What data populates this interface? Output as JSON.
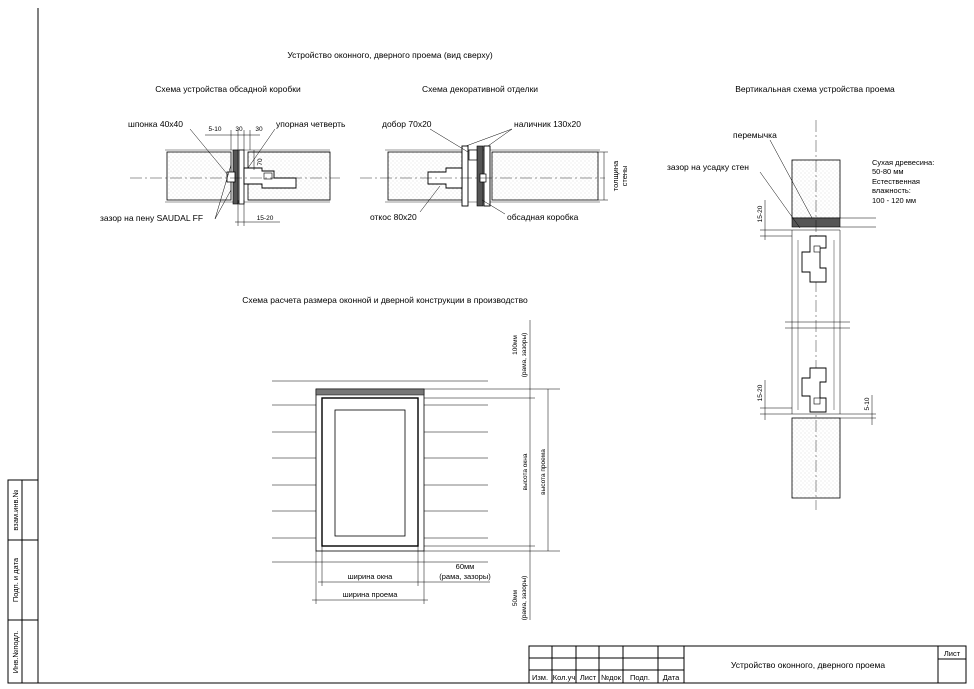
{
  "main_title": "Устройство оконного, дверного проема (вид сверху)",
  "scheme1": {
    "title": "Схема устройства обсадной коробки",
    "dowel": "шпонка 40x40",
    "stop": "упорная четверть",
    "foam_gap": "зазор на пену SAUDAL FF",
    "dim_5_10": "5-10",
    "dim_30a": "30",
    "dim_30b": "30",
    "dim_70": "70",
    "dim_15_20": "15-20"
  },
  "scheme2": {
    "title": "Схема декоративной отделки",
    "extension": "добор 70x20",
    "casing": "наличник 130x20",
    "reveal": "откос 80x20",
    "box": "обсадная коробка",
    "wall_thickness_1": "толщина",
    "wall_thickness_2": "стены"
  },
  "scheme3": {
    "title": "Вертикальная схема устройства проема",
    "lintel": "перемычка",
    "settle_gap": "зазор на усадку стен",
    "wood_1": "Сухая древесина:",
    "wood_2": "50-80 мм",
    "wood_3": "Естественная",
    "wood_4": "влажность:",
    "wood_5": "100 - 120 мм",
    "dim_top": "15-20",
    "dim_bottom": "15-20",
    "dim_5_10": "5-10"
  },
  "scheme4": {
    "title": "Схема расчета размера оконной и дверной конструкции в производство",
    "top_gap_1": "100мм",
    "top_gap_2": "(рама, зазоры)",
    "window_height": "высота окна",
    "opening_height": "высота проема",
    "window_width": "ширина окна",
    "opening_width": "ширина проема",
    "side_gap_1": "60мм",
    "side_gap_2": "(рама, зазоры)",
    "bottom_gap_1": "50мм",
    "bottom_gap_2": "(рама, зазоры)"
  },
  "side_stamp": {
    "inv_no": "Инв.№подл.",
    "sign_date": "Подп. и дата",
    "replace_inv": "взам.инв.№"
  },
  "title_block": {
    "izm": "Изм.",
    "kol_uch": "Кол.уч",
    "list": "Лист",
    "doc_no": "№док",
    "podp": "Подп.",
    "data": "Дата",
    "name": "Устройство оконного, дверного проема",
    "sheet_label": "Лист"
  }
}
